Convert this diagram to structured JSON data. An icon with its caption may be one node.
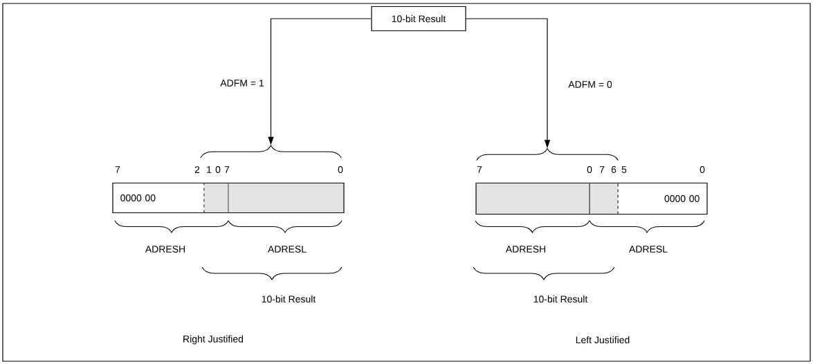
{
  "diagram": {
    "nodes": [
      {
        "text": [
          "10-bit Result"
        ]
      },
      {
        "text": [],
        "shape": "brace"
      },
      {
        "text": [],
        "shape": "brace"
      },
      {
        "text": [
          "0000 00"
        ]
      },
      {
        "text": [
          "0000 00"
        ]
      }
    ],
    "edges": [
      {
        "from": 0,
        "to": 1,
        "arrow": "to",
        "label": "ADFM = 1"
      },
      {
        "from": 0,
        "to": 2,
        "arrow": "to",
        "label": "ADFM = 0"
      }
    ],
    "labels": [
      "7",
      "2",
      "1",
      "0",
      "7",
      "0",
      "7",
      "0",
      "7",
      "6",
      "5",
      "0",
      "ADRESH",
      "ADRESL",
      "ADRESH",
      "ADRESL",
      "10-bit Result",
      "10-bit Result",
      "Right Justified",
      "Left Justified"
    ]
  }
}
